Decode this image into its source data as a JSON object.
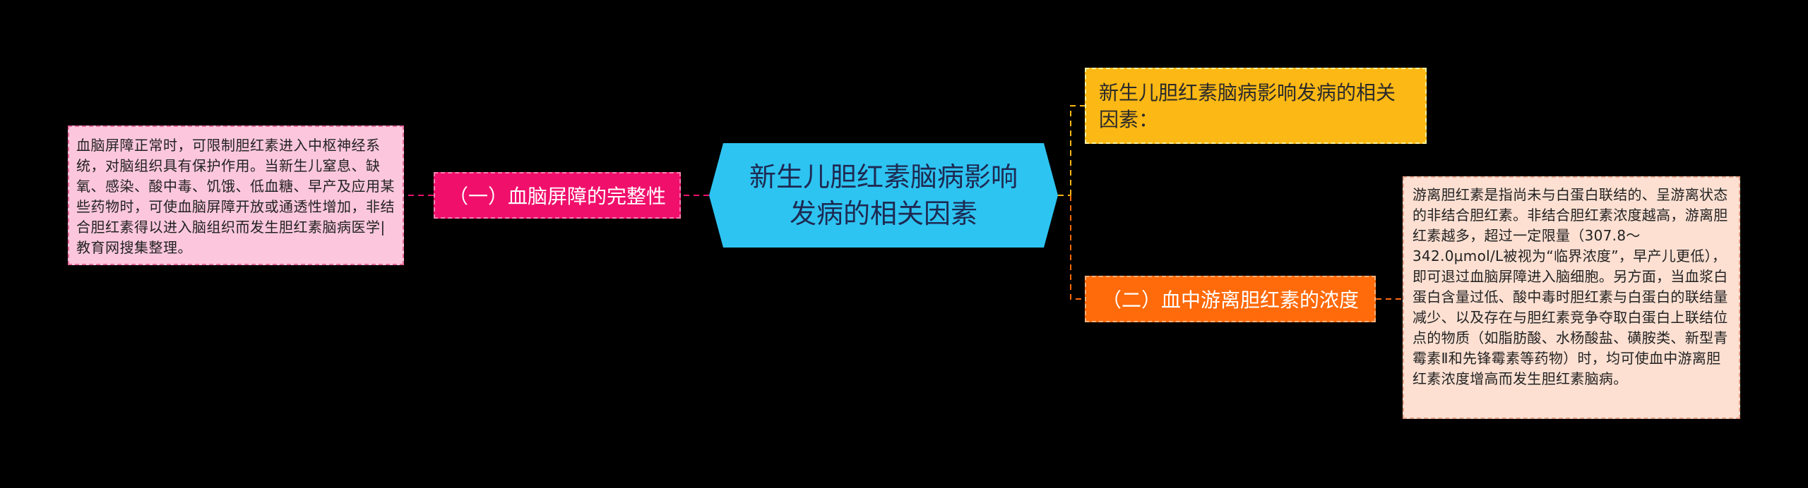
{
  "center_topic": "新生儿胆红素脑病影响发病的相关因素",
  "left_branch": {
    "label": "（一）血脑屏障的完整性",
    "detail": "血脑屏障正常时，可限制胆红素进入中枢神经系统，对脑组织具有保护作用。当新生儿窒息、缺氧、感染、酸中毒、饥饿、低血糖、早产及应用某些药物时，可使血脑屏障开放或通透性增加，非结合胆红素得以进入脑组织而发生胆红素脑病医学|教育网搜集整理。"
  },
  "right_topic": "新生儿胆红素脑病影响发病的相关因素：",
  "right_branch": {
    "label": "（二）血中游离胆红素的浓度",
    "detail": "游离胆红素是指尚未与白蛋白联结的、呈游离状态的非结合胆红素。非结合胆红素浓度越高，游离胆红素越多，超过一定限量（307.8～342.0μmol/L被视为“临界浓度”，早产儿更低），即可退过血脑屏障进入脑细胞。另方面，当血浆白蛋白含量过低、酸中毒时胆红素与白蛋白的联结量减少、以及存在与胆红素竞争夺取白蛋白上联结位点的物质（如脂肪酸、水杨酸盐、磺胺类、新型青霉素Ⅱ和先锋霉素等药物）时，均可使血中游离胆红素浓度增高而发生胆红素脑病。"
  },
  "colors": {
    "background": "#000000",
    "center": "#2ec4f2",
    "left_branch": "#f0106c",
    "left_detail": "#fcc7dc",
    "right_topic": "#fcb814",
    "right_branch": "#ff6a0a",
    "right_detail": "#fde0d2"
  }
}
